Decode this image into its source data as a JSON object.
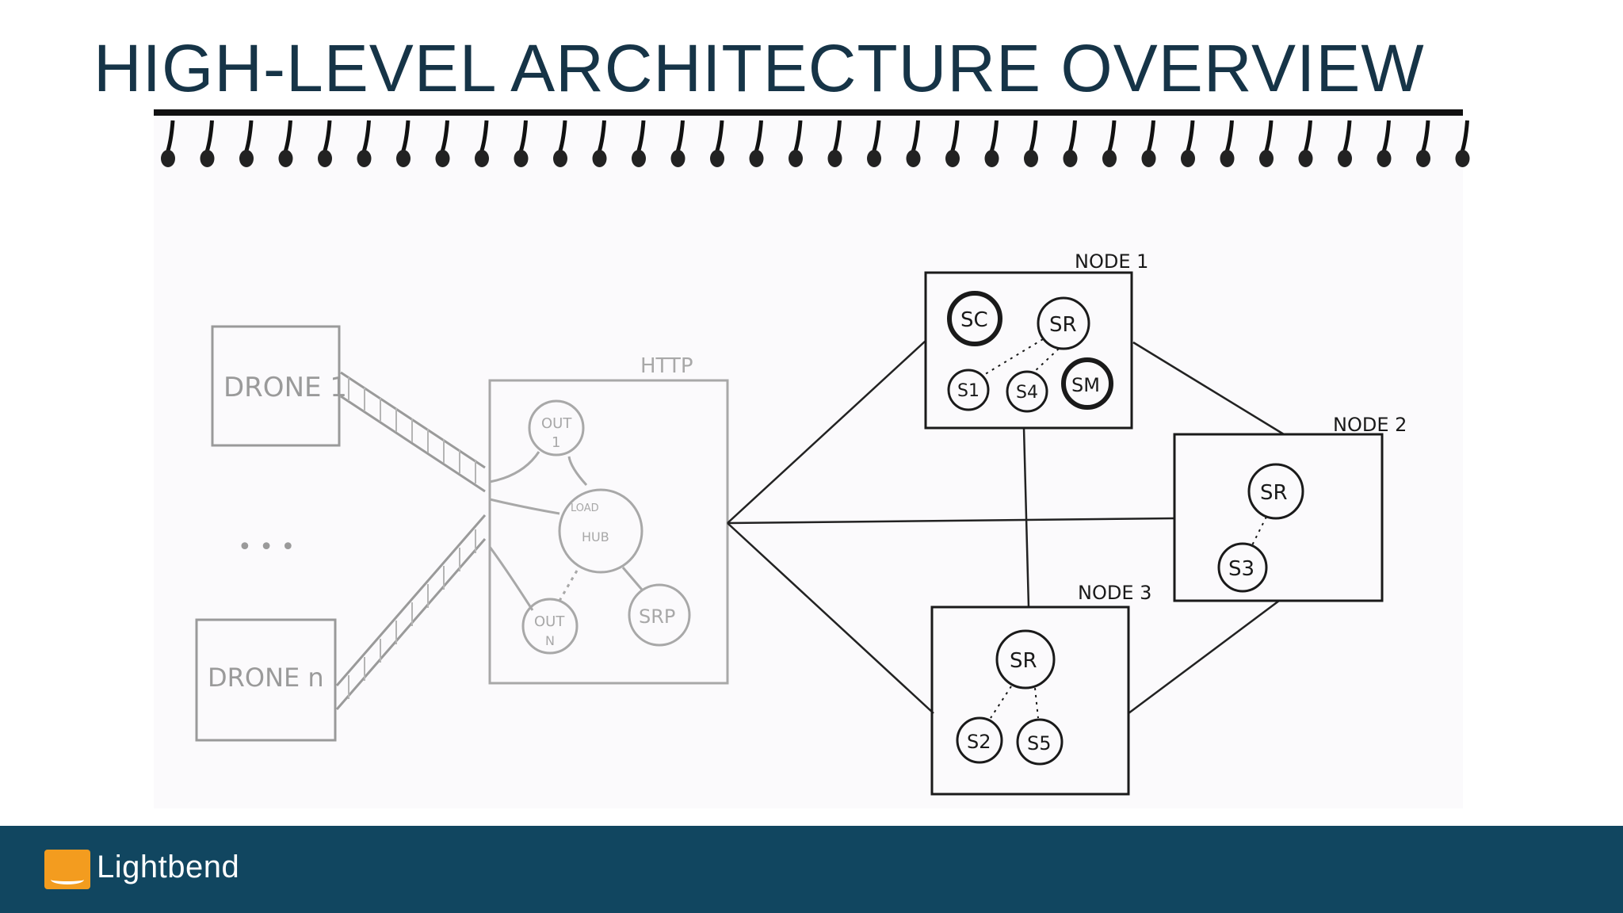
{
  "slide": {
    "title": "HIGH-LEVEL ARCHITECTURE OVERVIEW"
  },
  "footer": {
    "brand": "Lightbend",
    "brand_color": "#f39c1f",
    "bar_color": "#114660"
  },
  "diagram": {
    "drones": {
      "first": "DRONE 1",
      "ellipsis": "• • •",
      "last": "DRONE n"
    },
    "http": {
      "label": "HTTP",
      "out1": [
        "OUT",
        "1"
      ],
      "hub": [
        "LOAD",
        "HUB"
      ],
      "outn": [
        "OUT",
        "N"
      ],
      "srp": "SRP"
    },
    "node1": {
      "label": "NODE 1",
      "sc": "SC",
      "sr": "SR",
      "s1": "S1",
      "s4": "S4",
      "sm": "SM"
    },
    "node2": {
      "label": "NODE 2",
      "sr": "SR",
      "s3": "S3"
    },
    "node3": {
      "label": "NODE 3",
      "sr": "SR",
      "s2": "S2",
      "s5": "S5"
    }
  }
}
